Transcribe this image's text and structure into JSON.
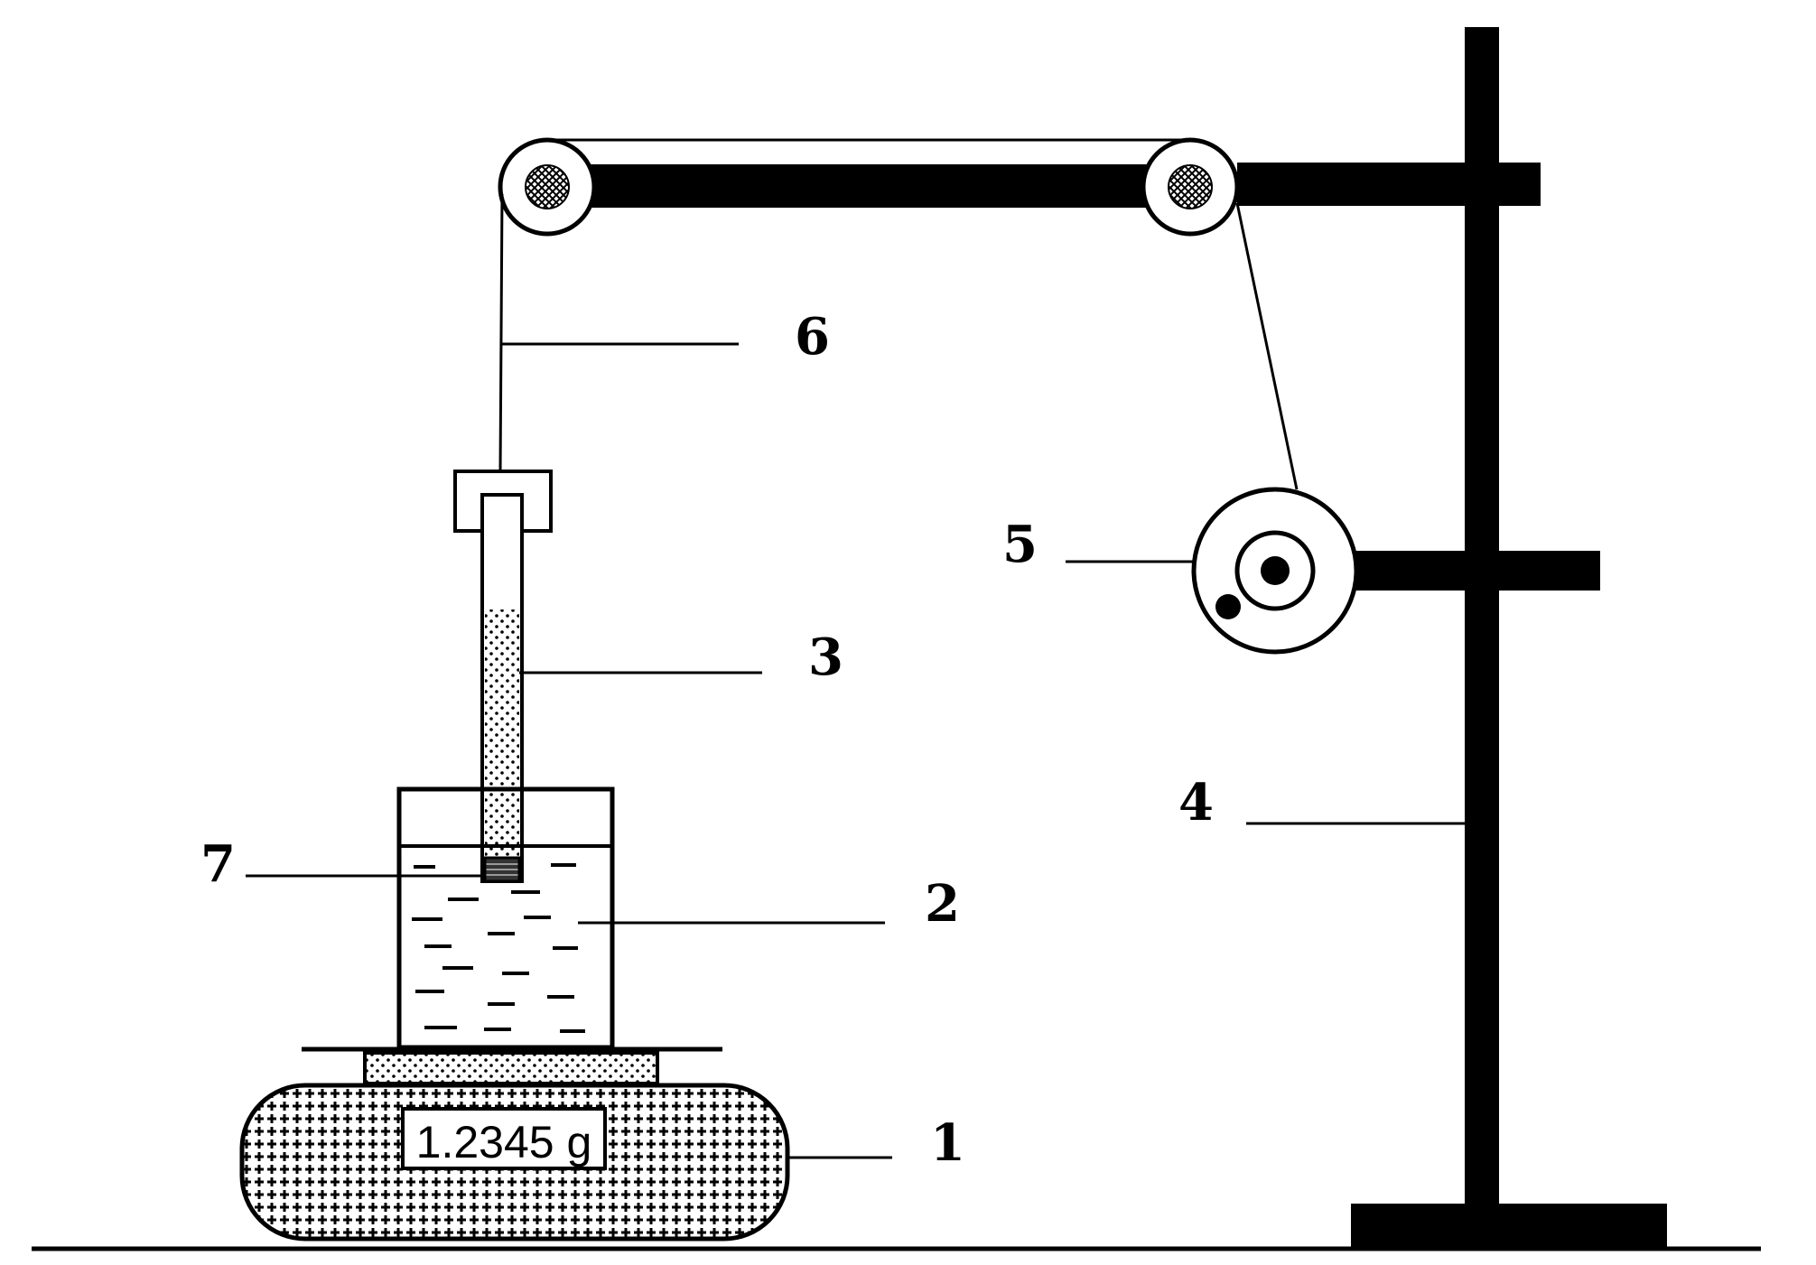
{
  "display": {
    "reading": "1.2345 g"
  },
  "labels": {
    "balance": "1",
    "beaker": "2",
    "tube": "3",
    "stand": "4",
    "reel": "5",
    "string": "6",
    "sample": "7"
  }
}
